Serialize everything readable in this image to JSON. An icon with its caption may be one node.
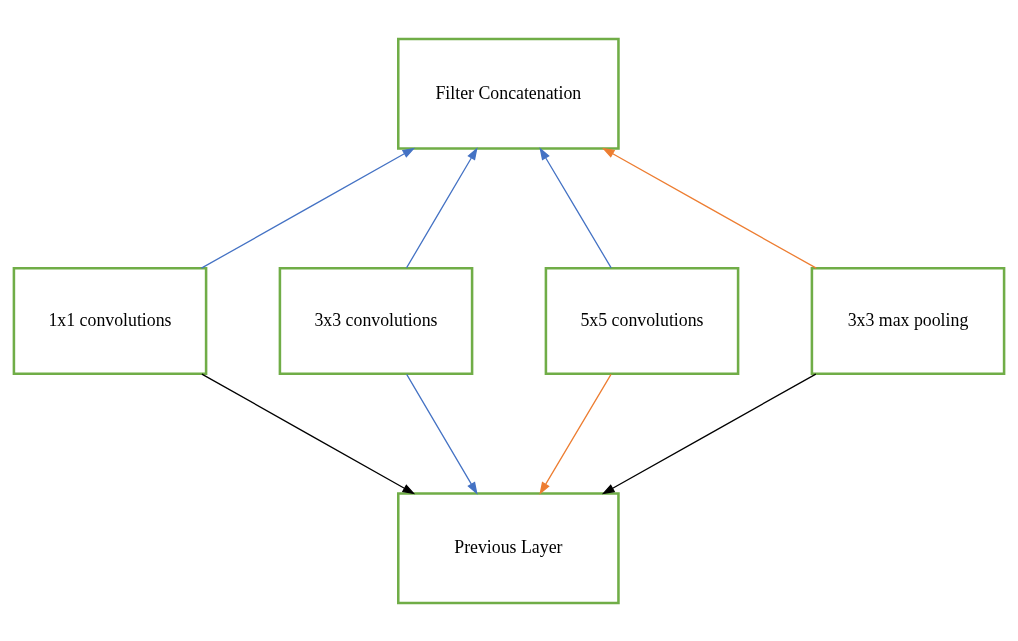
{
  "diagram": {
    "nodes": [
      {
        "text": [
          "Filter Concatenation"
        ]
      },
      {
        "text": [
          "1x1 convolutions"
        ]
      },
      {
        "text": [
          "3x3 convolutions"
        ]
      },
      {
        "text": [
          "5x5 convolutions"
        ]
      },
      {
        "text": [
          "3x3 max pooling"
        ]
      },
      {
        "text": [
          "Previous Layer"
        ]
      }
    ],
    "edges": [
      {
        "from": 1,
        "to": 0,
        "arrow": "to",
        "color": "#4472c4"
      },
      {
        "from": 2,
        "to": 0,
        "arrow": "to",
        "color": "#4472c4"
      },
      {
        "from": 3,
        "to": 0,
        "arrow": "to",
        "color": "#4472c4"
      },
      {
        "from": 4,
        "to": 0,
        "arrow": "to",
        "color": "#ed7d31"
      },
      {
        "from": 1,
        "to": 5,
        "arrow": "to",
        "color": "#000000"
      },
      {
        "from": 2,
        "to": 5,
        "arrow": "to",
        "color": "#4472c4"
      },
      {
        "from": 3,
        "to": 5,
        "arrow": "to",
        "color": "#ed7d31"
      },
      {
        "from": 4,
        "to": 5,
        "arrow": "to",
        "color": "#000000"
      }
    ]
  }
}
